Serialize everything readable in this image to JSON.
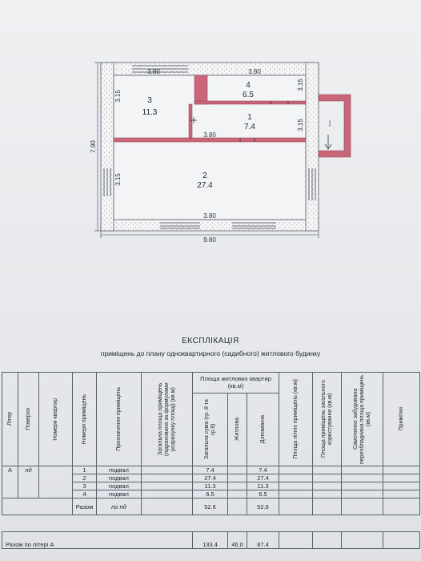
{
  "plan": {
    "outer_width": "9.80",
    "outer_height": "7.90",
    "rooms": [
      {
        "num": "3",
        "area": "11.3",
        "dim_top": "3.80",
        "dim_side": "3.15"
      },
      {
        "num": "4",
        "area": "6.5",
        "dim_top": "3.80",
        "dim_side": "3.15"
      },
      {
        "num": "1",
        "area": "7.4",
        "dim_bottom": "3.80",
        "dim_side": "3.15"
      },
      {
        "num": "2",
        "area": "27.4",
        "dim_bottom": "3.80",
        "dim_side": "3.15"
      }
    ]
  },
  "explication": {
    "title": "ЕКСПЛІКАЦІЯ",
    "subtitle": "приміщень до плану одноквартирного (садибного) житлового будинку",
    "headers": {
      "liter": "Літер",
      "floors": "Поверхи",
      "apt_numbers": "Номери квартир",
      "room_numbers": "Номери приміщень",
      "room_purpose": "Призначення приміщень",
      "total_area": "Загальна площа приміщень (підрахована за формулами розрахунку площі) (кв.м)",
      "living_area_group": "Площа житлових квартир (кв.м)",
      "total_sum": "Загальна сума (гр. 8 та гр.9)",
      "living": "Житлова",
      "auxiliary": "Допоміжна",
      "summer_rooms": "Площа літніх приміщень (кв.м)",
      "common_use": "Площа приміщень загального користування (кв.м)",
      "self_built": "Самочинно забудована переобладнана площа приміщень (кв.м)",
      "notes": "Примітки"
    },
    "liter_value": "А",
    "floor_value": "пд",
    "rows": [
      {
        "num": "1",
        "purpose": "подвал",
        "total": "7.4",
        "aux": "7.4"
      },
      {
        "num": "2",
        "purpose": "подвал",
        "total": "27.4",
        "aux": "27.4"
      },
      {
        "num": "3",
        "purpose": "подвал",
        "total": "11.3",
        "aux": "11.3"
      },
      {
        "num": "4",
        "purpose": "подвал",
        "total": "6.5",
        "aux": "6.5"
      }
    ],
    "subtotal": {
      "label": "Разом",
      "floor": "по пд",
      "total": "52.6",
      "aux": "52.6"
    },
    "grand_total": {
      "label": "Разом по літері А",
      "total": "133.4",
      "living": "46.0",
      "aux": "87.4"
    }
  }
}
